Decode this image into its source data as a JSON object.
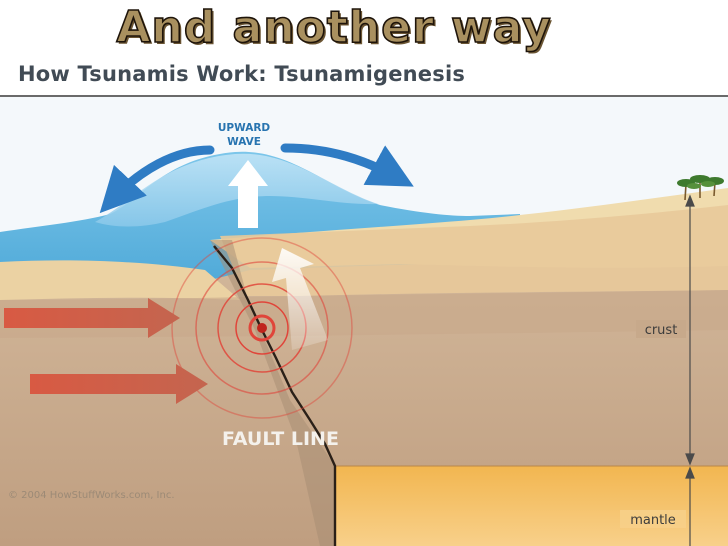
{
  "slide_title": "And another way",
  "diagram": {
    "title": "How Tsunamis Work: Tsunamigenesis",
    "wave_label_line1": "UPWARD",
    "wave_label_line2": "WAVE",
    "crust_label": "crust",
    "mantle_label": "mantle",
    "fault_label": "FAULT LINE",
    "copyright": "© 2004 HowStuffWorks.com, Inc.",
    "colors": {
      "ocean": "#5cb3dc",
      "wave_crest": "#a9d8f1",
      "wave_arrow": "#2f7cc4",
      "push_arrow": "#c65a45",
      "crust": "#c9ab8e",
      "sand": "#efd9a8",
      "mantle": "#f5b556",
      "quake_rings": "#e0453a"
    }
  }
}
